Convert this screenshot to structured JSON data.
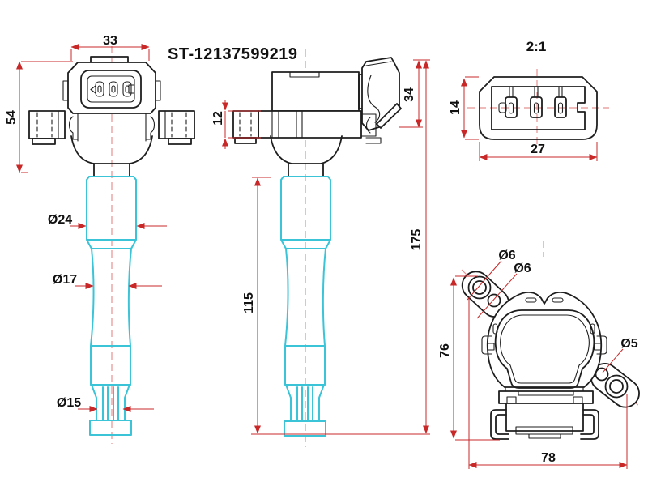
{
  "drawing": {
    "part_number": "ST-12137599219",
    "views": {
      "front": {
        "head_width": "33",
        "head_height": "54",
        "boot_upper_dia": "Ø24",
        "boot_mid_dia": "Ø17",
        "boot_tip_dia": "Ø15"
      },
      "side": {
        "flange_thickness": "12",
        "connector_height": "34",
        "boot_length": "115",
        "overall_length": "175"
      },
      "connector_detail": {
        "scale_label": "2:1",
        "height": "14",
        "width": "27",
        "pin_count": 3
      },
      "top": {
        "mount_hole_1": "Ø6",
        "mount_hole_2": "Ø6",
        "mount_hole_3": "Ø5",
        "height": "76",
        "width": "78"
      }
    },
    "colors": {
      "outline": "#1e1e1e",
      "boot": "#3bc4d8",
      "dimension": "#c82828",
      "centerline": "#e59090",
      "background": "#ffffff"
    }
  }
}
